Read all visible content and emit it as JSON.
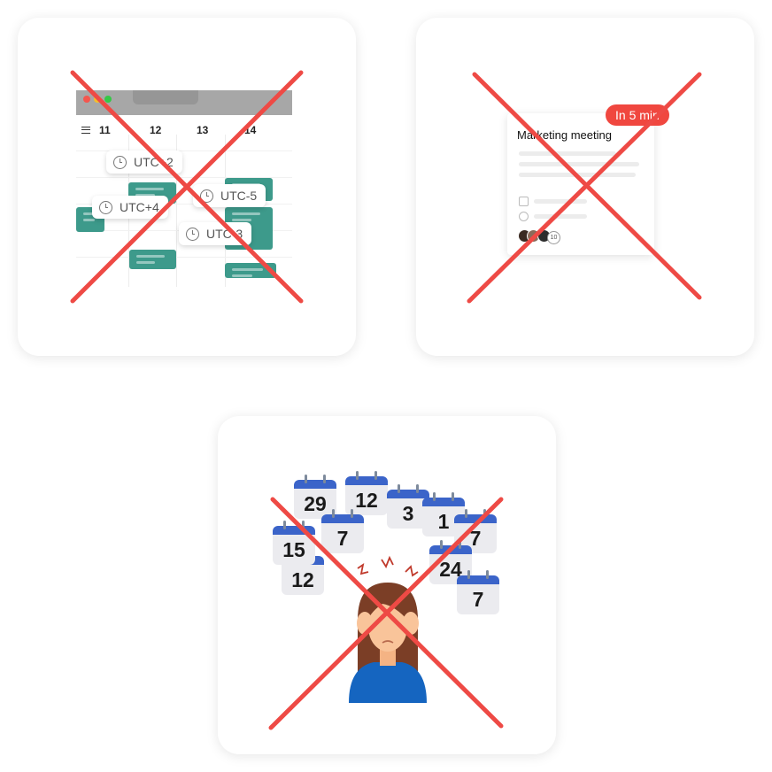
{
  "panel1": {
    "days": [
      "11",
      "12",
      "13",
      "14"
    ],
    "timezones": [
      "UTC+2",
      "UTC+4",
      "UTC-5",
      "UTC-3"
    ]
  },
  "panel2": {
    "meeting_title": "Marketing meeting",
    "reminder_badge": "In 5 min",
    "attendee_count": "10"
  },
  "panel3": {
    "calendar_dates": [
      "29",
      "12",
      "3",
      "1",
      "7",
      "7",
      "15",
      "24",
      "12",
      "7"
    ]
  },
  "colors": {
    "cross": "#ee4a45",
    "event": "#3d9a8b",
    "calendar_header": "#3b64c9",
    "badge": "#f0473f",
    "shirt": "#1565c0",
    "hair": "#7b3e26",
    "skin": "#f9c49a"
  },
  "icons": [
    "menu-icon",
    "clock-icon",
    "calendar-icon",
    "avatar",
    "cross-out-mark"
  ]
}
